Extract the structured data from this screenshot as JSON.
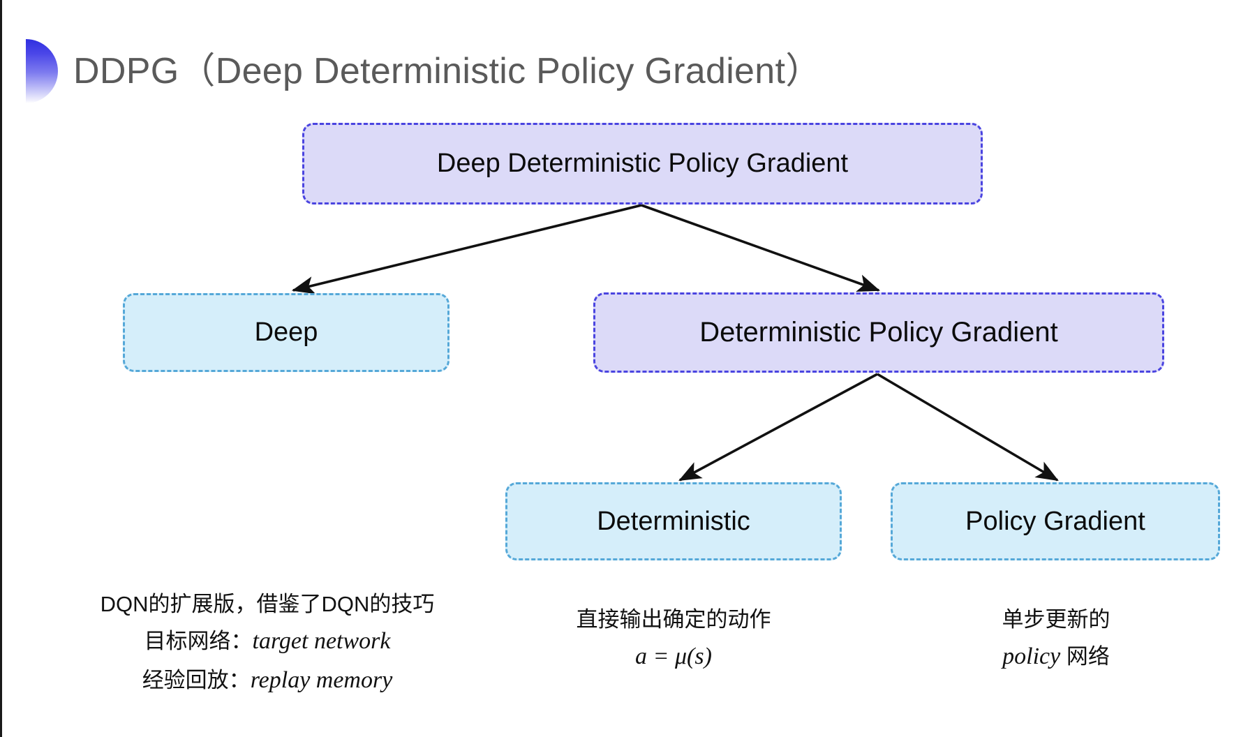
{
  "slide": {
    "title": "DDPG（Deep Deterministic Policy Gradient）",
    "bullet_icon": "half-circle-gradient-icon",
    "background_color": "#ffffff"
  },
  "palette": {
    "purple_fill": "#dcdaf8",
    "purple_border": "#4a44e0",
    "blue_fill": "#d5eefa",
    "blue_border": "#55a8d8",
    "title_color": "#5a5a5a",
    "text_color": "#0b0b0b",
    "arrow_color": "#111111"
  },
  "diagram": {
    "nodes": {
      "root": {
        "label": "Deep Deterministic Policy Gradient",
        "style": "purple"
      },
      "deep": {
        "label": "Deep",
        "style": "blue"
      },
      "dpg": {
        "label": "Deterministic Policy Gradient",
        "style": "purple"
      },
      "deterministic": {
        "label": "Deterministic",
        "style": "blue"
      },
      "policy_gradient": {
        "label": "Policy Gradient",
        "style": "blue"
      }
    },
    "edges": [
      {
        "from": "root",
        "to": "deep",
        "arrow": "arrow-root-to-deep"
      },
      {
        "from": "root",
        "to": "dpg",
        "arrow": "arrow-root-to-dpg"
      },
      {
        "from": "dpg",
        "to": "deterministic",
        "arrow": "arrow-dpg-to-deterministic"
      },
      {
        "from": "dpg",
        "to": "policy_gradient",
        "arrow": "arrow-dpg-to-policy-gradient"
      }
    ]
  },
  "captions": {
    "deep": {
      "line1": "DQN的扩展版，借鉴了DQN的技巧",
      "line2_label": "目标网络：",
      "line2_value": "target network",
      "line3_label": "经验回放：",
      "line3_value": "replay memory"
    },
    "deterministic": {
      "line1": "直接输出确定的动作",
      "formula": "a = μ(s)"
    },
    "policy_gradient": {
      "line1": "单步更新的",
      "line2_value": "policy",
      "line2_suffix": " 网络"
    }
  }
}
